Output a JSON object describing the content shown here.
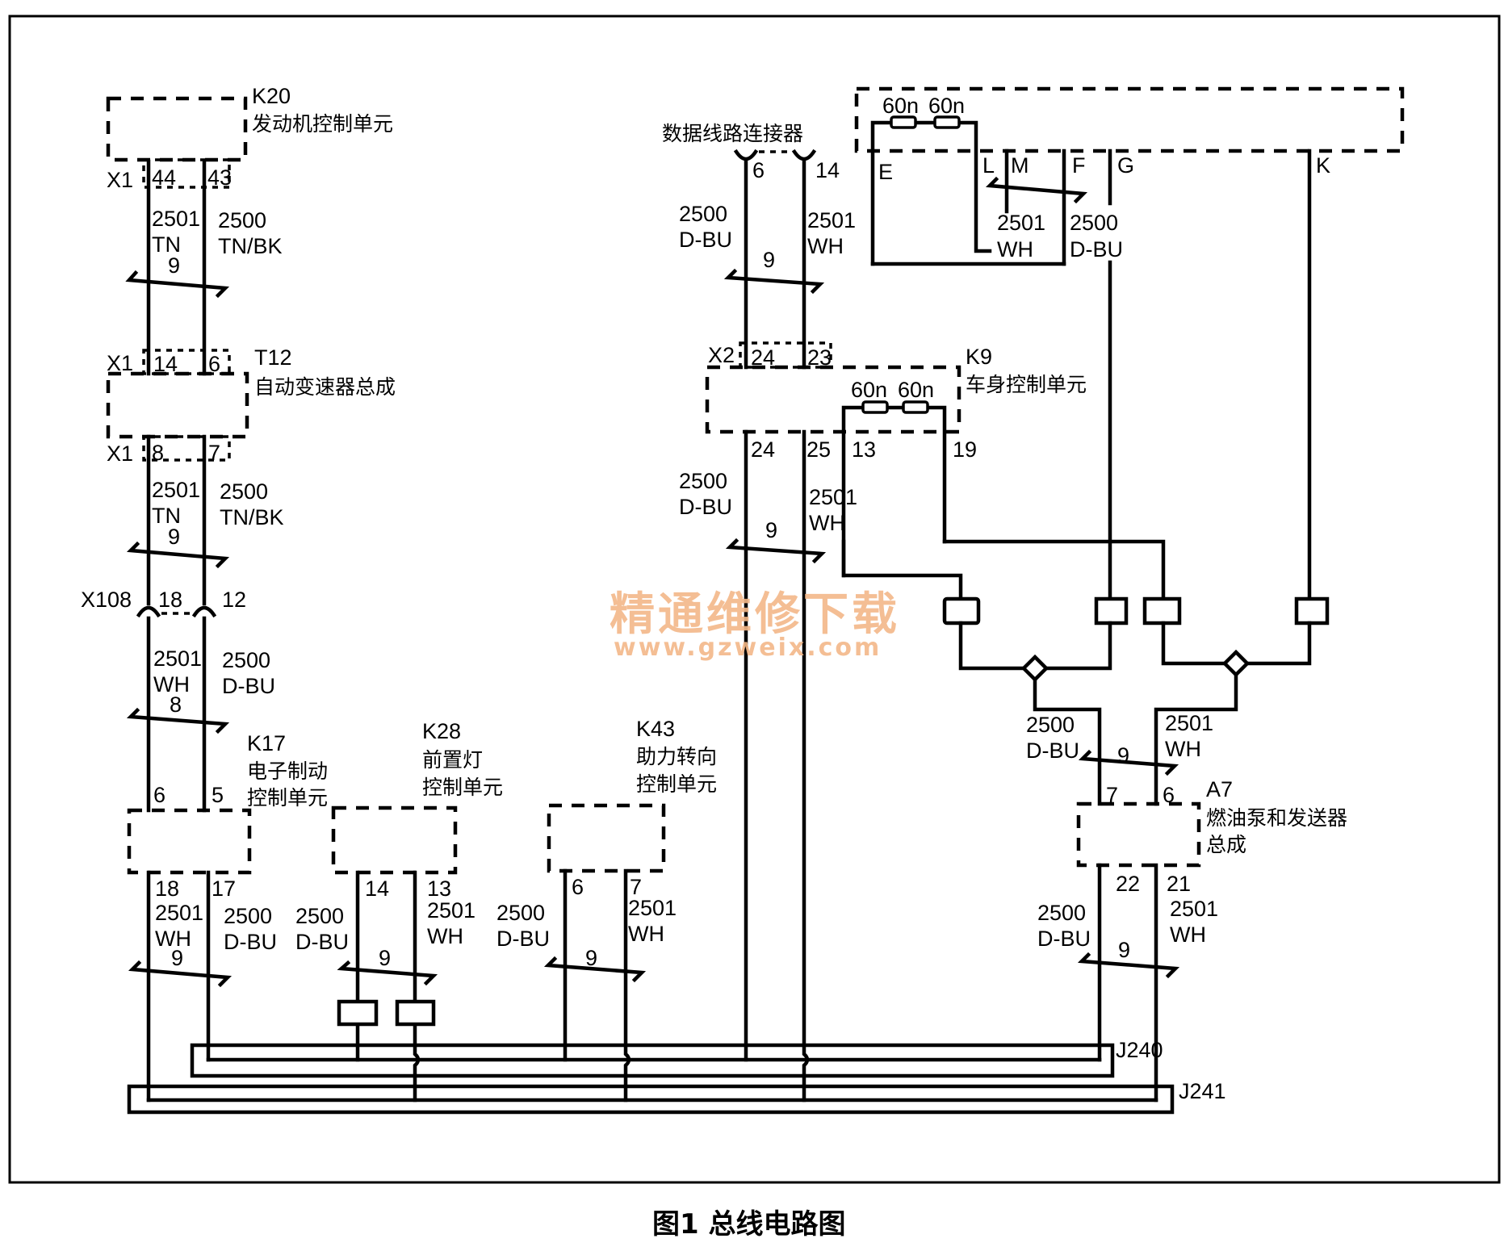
{
  "caption": "图1 总线电路图",
  "watermark": {
    "line1": "精通维修下载",
    "line2": "www.gzweix.com",
    "color": "#f3b889"
  },
  "wire_colors": {
    "2500": "D-BU",
    "2501_a": "WH"
  },
  "modules": {
    "k20": {
      "id": "K20",
      "name": "发动机控制单元",
      "connector": "X1",
      "pins": [
        "44",
        "43"
      ]
    },
    "t12": {
      "id": "T12",
      "name": "自动变速器总成",
      "connector_top": "X1",
      "pins_top": [
        "14",
        "6"
      ],
      "connector_bottom": "X1",
      "pins_bottom": [
        "8",
        "7"
      ]
    },
    "x108": {
      "id": "X108",
      "pins": [
        "18",
        "12"
      ]
    },
    "k17": {
      "id": "K17",
      "name_line1": "电子制动",
      "name_line2": "控制单元",
      "pins_top": [
        "6",
        "5"
      ],
      "pins_bottom": [
        "18",
        "17"
      ]
    },
    "k28": {
      "id": "K28",
      "name_line1": "前置灯",
      "name_line2": "控制单元",
      "pins": [
        "14",
        "13"
      ]
    },
    "k43": {
      "id": "K43",
      "name_line1": "助力转向",
      "name_line2": "控制单元",
      "pins": [
        "6",
        "7"
      ]
    },
    "dlc": {
      "name": "数据线路连接器",
      "pins": [
        "6",
        "14"
      ]
    },
    "k9": {
      "id": "K9",
      "name": "车身控制单元",
      "connector": "X2",
      "pins_top": [
        "24",
        "23"
      ],
      "pins_bottom": [
        "24",
        "25",
        "13",
        "19"
      ],
      "resistors": [
        "60n",
        "60n"
      ]
    },
    "top_module": {
      "resistors": [
        "60n",
        "60n"
      ],
      "pins": [
        "E",
        "L",
        "M",
        "F",
        "G",
        "K"
      ]
    },
    "a7": {
      "id": "A7",
      "name_line1": "燃油泵和发送器",
      "name_line2": "总成",
      "pins_top": [
        "7",
        "6"
      ],
      "pins_bottom": [
        "22",
        "21"
      ]
    },
    "j240": {
      "id": "J240"
    },
    "j241": {
      "id": "J241"
    }
  },
  "wires": {
    "k20_t12": {
      "left_num": "2501",
      "left_color": "TN",
      "right_num": "2500",
      "right_color": "TN/BK",
      "twist": "9"
    },
    "t12_x108": {
      "left_num": "2501",
      "left_color": "TN",
      "right_num": "2500",
      "right_color": "TN/BK",
      "twist": "9"
    },
    "x108_k17": {
      "left_num": "2501",
      "left_color": "WH",
      "right_num": "2500",
      "right_color": "D-BU",
      "twist": "8"
    },
    "k17_bus": {
      "left_num": "2501",
      "left_color": "WH",
      "right_num": "2500",
      "right_color": "D-BU",
      "twist": "9"
    },
    "k28_bus": {
      "left_num": "2500",
      "left_color": "D-BU",
      "right_num": "2501",
      "right_color": "WH",
      "twist": "9"
    },
    "k43_bus": {
      "left_num": "2500",
      "left_color": "D-BU",
      "right_num": "2501",
      "right_color": "WH",
      "twist": "9"
    },
    "dlc_k9": {
      "left_num": "2500",
      "left_color": "D-BU",
      "right_num": "2501",
      "right_color": "WH",
      "twist": "9"
    },
    "k9_bus": {
      "left_num": "2500",
      "left_color": "D-BU",
      "right_num": "2501",
      "right_color": "WH",
      "twist": "9"
    },
    "top_lm": {
      "num": "2501",
      "color": "WH"
    },
    "top_fg": {
      "num": "2500",
      "color": "D-BU"
    },
    "splice_a7": {
      "left_num": "2500",
      "left_color": "D-BU",
      "right_num": "2501",
      "right_color": "WH",
      "twist": "9"
    },
    "a7_bus": {
      "left_num": "2500",
      "left_color": "D-BU",
      "right_num": "2501",
      "right_color": "WH",
      "twist": "9"
    }
  }
}
